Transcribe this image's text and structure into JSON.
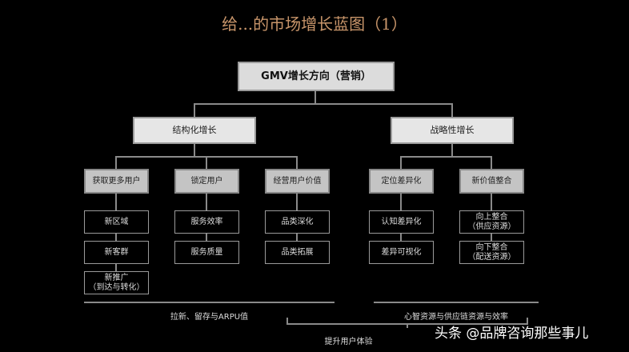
{
  "title": "给...的市场增长蓝图（1）",
  "root": "GMV增长方向（营销）",
  "level2": [
    "结构化增长",
    "战略性增长"
  ],
  "level3": [
    "获取更多用户",
    "锁定用户",
    "经营用户价值",
    "定位差异化",
    "新价值整合"
  ],
  "level4": [
    [
      "新区域",
      "新客群",
      "新推广\n（到达与转化）"
    ],
    [
      "服务效率",
      "服务质量"
    ],
    [
      "品类深化",
      "品类拓展"
    ],
    [
      "认知差异化",
      "差异可视化"
    ],
    [
      "向上整合\n（供应资源）",
      "向下整合\n（配送资源）"
    ]
  ],
  "bottom": {
    "left": "拉新、留存与ARPU值",
    "right": "心智资源与供应链资源与效率",
    "center": "提升用户体验"
  },
  "watermark": "头条 @品牌咨询那些事儿",
  "colors": {
    "title": "#c8956a",
    "background": "#000000"
  }
}
